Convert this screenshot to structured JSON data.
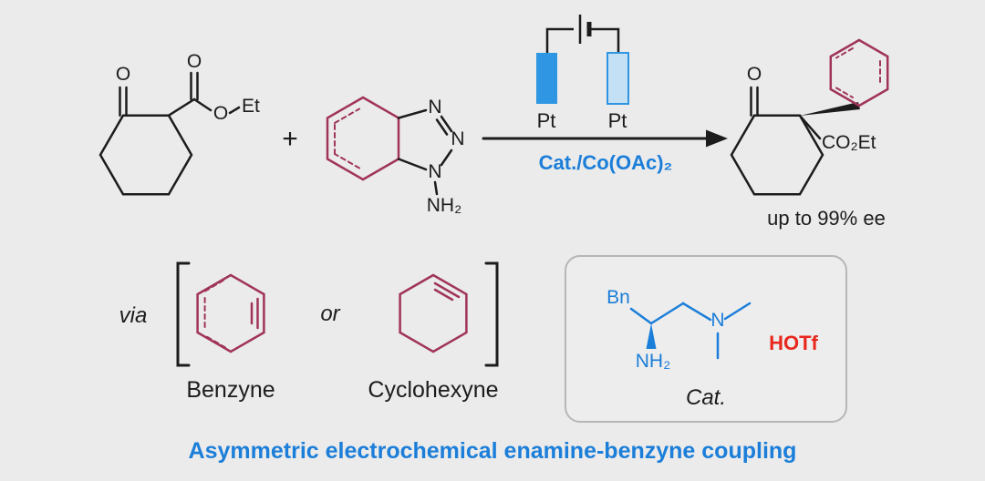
{
  "colors": {
    "background": "#ebebeb",
    "structure_black": "#1c1c1c",
    "aryne_maroon": "#a03458",
    "highlight_blue": "#1b7ed9",
    "electrode_fill": "#2e96e2",
    "electrode_light_fill": "#c3e0f5",
    "acid_red": "#e8271d",
    "box_border": "#b6b6b6"
  },
  "reaction": {
    "reactant1": {
      "ketone_o": "O",
      "ester_carbonyl_o": "O",
      "ester_o": "O",
      "ethyl": "Et"
    },
    "plus": "+",
    "reactant2": {
      "n_top": "N",
      "n_mid": "N",
      "n_bottom": "N",
      "amino": "NH₂"
    },
    "cell": {
      "anode_label": "Pt",
      "cathode_label": "Pt"
    },
    "conditions": "Cat./Co(OAc)₂",
    "product": {
      "ketone_o": "O",
      "ester_group": "CO₂Et",
      "ee_note": "up to 99% ee"
    }
  },
  "intermediates": {
    "via_label": "via",
    "or_label": "or",
    "benzyne_label": "Benzyne",
    "cyclohexyne_label": "Cyclohexyne"
  },
  "catalyst": {
    "benzyl": "Bn",
    "amine": "NH₂",
    "nitrogen": "N",
    "acid": "HOTf",
    "label": "Cat."
  },
  "caption": "Asymmetric electrochemical enamine-benzyne coupling"
}
